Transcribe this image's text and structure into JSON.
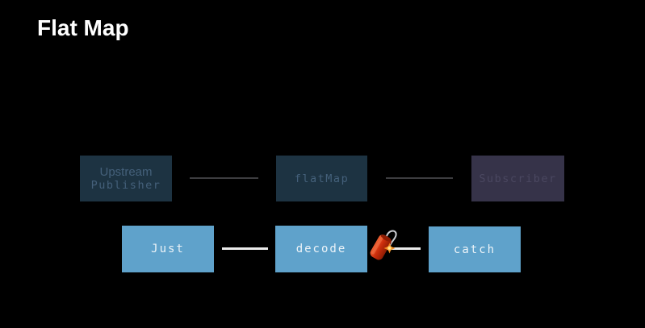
{
  "title": "Flat Map",
  "diagram": {
    "top_row": {
      "upstream": {
        "line1": "Upstream",
        "line2": "Publisher"
      },
      "flatmap": {
        "label": "flatMap"
      },
      "subscriber": {
        "label": "Subscriber"
      }
    },
    "bottom_row": {
      "just": {
        "label": "Just"
      },
      "decode": {
        "label": "decode"
      },
      "catch": {
        "label": "catch"
      }
    },
    "icons": {
      "between_decode_and_catch": "firecracker-icon"
    }
  },
  "colors": {
    "background": "#000000",
    "title_text": "#ffffff",
    "publisher_box": "#1d3342",
    "publisher_box_text": "#44607a",
    "subscriber_box": "#363349",
    "subscriber_box_text": "#4a4760",
    "operator_box": "#5fa2cb",
    "operator_box_text": "#ecf3f8",
    "top_connector": "#3d3d40",
    "bottom_connector": "#ececec"
  }
}
